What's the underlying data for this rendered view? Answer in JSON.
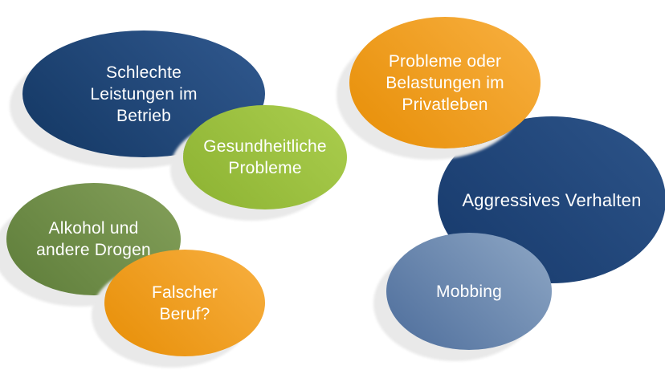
{
  "canvas": {
    "background": "#ffffff",
    "shadow_color": "#e9e9e9",
    "text_color": "#ffffff"
  },
  "bubbles": [
    {
      "id": "schlechte-leistungen-im-betrieb",
      "lines": [
        "Schlechte",
        "Leistungen im",
        "Betrieb"
      ],
      "color_dark": "#133763",
      "color_light": "#31598f",
      "text_color": "#ffffff",
      "shadow": true
    },
    {
      "id": "gesundheitliche-probleme",
      "lines": [
        "Gesundheitliche",
        "Probleme"
      ],
      "color_dark": "#8cb232",
      "color_light": "#abce4e",
      "text_color": "#ffffff",
      "shadow": true
    },
    {
      "id": "alkohol-und-andere-drogen",
      "lines": [
        "Alkohol und",
        "andere Drogen"
      ],
      "color_dark": "#5e7d3a",
      "color_light": "#84a05a",
      "text_color": "#ffffff",
      "shadow": true
    },
    {
      "id": "falscher-beruf",
      "lines": [
        "Falscher",
        "Beruf?"
      ],
      "color_dark": "#e78e06",
      "color_light": "#f8b041",
      "text_color": "#ffffff",
      "shadow": true
    },
    {
      "id": "probleme-oder-belastungen-im-privatleben",
      "lines": [
        "Probleme oder",
        "Belastungen im",
        "Privatleben"
      ],
      "color_dark": "#e78e06",
      "color_light": "#f8b041",
      "text_color": "#ffffff",
      "shadow": true
    },
    {
      "id": "aggressives-verhalten",
      "lines": [
        "Aggressives Verhalten"
      ],
      "color_dark": "#16396b",
      "color_light": "#2d5489",
      "text_color": "#ffffff",
      "shadow": false
    },
    {
      "id": "mobbing",
      "lines": [
        "Mobbing"
      ],
      "color_dark": "#4d6d9b",
      "color_light": "#8ea7c5",
      "text_color": "#ffffff",
      "shadow": true
    }
  ]
}
